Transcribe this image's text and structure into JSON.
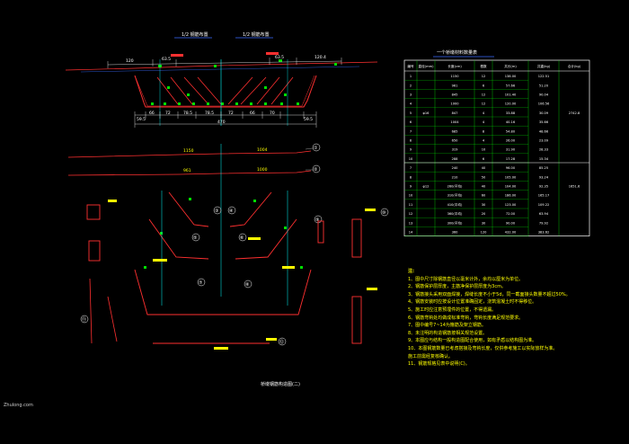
{
  "section": {
    "left_half_label": "1/2 钢筋布置",
    "right_half_label": "1/2 钢筋布置",
    "dims_top": [
      "120",
      "63.5",
      "63.5",
      "120.4"
    ],
    "dims_bottom": [
      "59.5",
      "66",
      "72",
      "78.5",
      "78.5",
      "72",
      "66",
      "70",
      "59.5"
    ],
    "total_width": "470"
  },
  "table": {
    "title": "一个桥墩材料数量表",
    "headers": [
      "编号",
      "直径(mm)",
      "长度(cm)",
      "根数",
      "共长(m)",
      "共重(kg)",
      "合计(kg)"
    ],
    "rows": [
      [
        "1",
        "",
        "1150",
        "12",
        "138.00",
        "122.51",
        ""
      ],
      [
        "2",
        "",
        "961",
        "6",
        "57.66",
        "51.20",
        ""
      ],
      [
        "3",
        "",
        "845",
        "12",
        "101.40",
        "90.04",
        ""
      ],
      [
        "4",
        "",
        "1000",
        "12",
        "120.00",
        "106.56",
        ""
      ],
      [
        "5",
        "φ16",
        "847",
        "4",
        "33.88",
        "30.09",
        "2742.8"
      ],
      [
        "6",
        "",
        "1004",
        "4",
        "40.16",
        "35.66",
        ""
      ],
      [
        "7",
        "",
        "685",
        "8",
        "54.80",
        "48.66",
        ""
      ],
      [
        "8",
        "",
        "650",
        "4",
        "26.00",
        "23.09",
        ""
      ],
      [
        "9",
        "",
        "319",
        "10",
        "31.90",
        "28.33",
        ""
      ],
      [
        "10",
        "",
        "288",
        "6",
        "17.28",
        "15.34",
        ""
      ],
      [
        "7",
        "",
        "240",
        "40",
        "96.00",
        "85.25",
        ""
      ],
      [
        "8",
        "",
        "210",
        "50",
        "105.00",
        "93.24",
        ""
      ],
      [
        "9",
        "φ12",
        "260(平均)",
        "40",
        "104.00",
        "92.35",
        "1651.6"
      ],
      [
        "10",
        "",
        "310(平均)",
        "60",
        "186.00",
        "165.17",
        ""
      ],
      [
        "11",
        "",
        "410(平均)",
        "30",
        "123.00",
        "109.22",
        ""
      ],
      [
        "12",
        "",
        "360(平均)",
        "20",
        "72.00",
        "63.94",
        ""
      ],
      [
        "13",
        "",
        "300(平均)",
        "30",
        "90.00",
        "79.92",
        ""
      ],
      [
        "14",
        "",
        "360",
        "120",
        "432.00",
        "383.62",
        ""
      ]
    ]
  },
  "bar_labels": {
    "top1": "1150",
    "top2": "961",
    "top1_r": "1004",
    "top2_r": "1000",
    "b1": "①",
    "b2": "②",
    "b3": "③",
    "b4": "④",
    "b5": "⑤",
    "b6": "⑥",
    "b7": "⑦",
    "b8": "⑧",
    "b9": "⑨",
    "b10": "⑩",
    "b11": "⑪",
    "b12": "⑫"
  },
  "notes": {
    "heading": "注:",
    "items": [
      "1、图中尺寸除钢筋直径以毫米计外，余均以厘米为单位。",
      "2、钢筋保护层厚度，主筋净保护层厚度为3cm。",
      "3、钢筋接头采用双面焊接，焊缝长度不小于5d，同一截面接头数量不超过50%。",
      "4、钢筋安装时应按设计位置准确固定，浇筑混凝土时不得移位。",
      "5、施工时应注意预埋件的位置，不得遗漏。",
      "6、钢筋弯钩处均做成标准弯钩，弯钩长度满足规范要求。",
      "7、图中编号7~14为箍筋及架立钢筋。",
      "8、未注明的构造钢筋按相关规范设置。",
      "9、本图应与结构一般构造图配合使用，如有矛盾以结构图为准。",
      "10、本图钢筋数量已考虑搭接及弯钩长度，仅供参考施工以实际放样为准。",
      "    施工前需经复核确认。",
      "11、钢筋规格见表中说明(C)。"
    ]
  },
  "bottom_title": "桥墩钢筋构造图(二)",
  "credit": "Zhulong.com"
}
